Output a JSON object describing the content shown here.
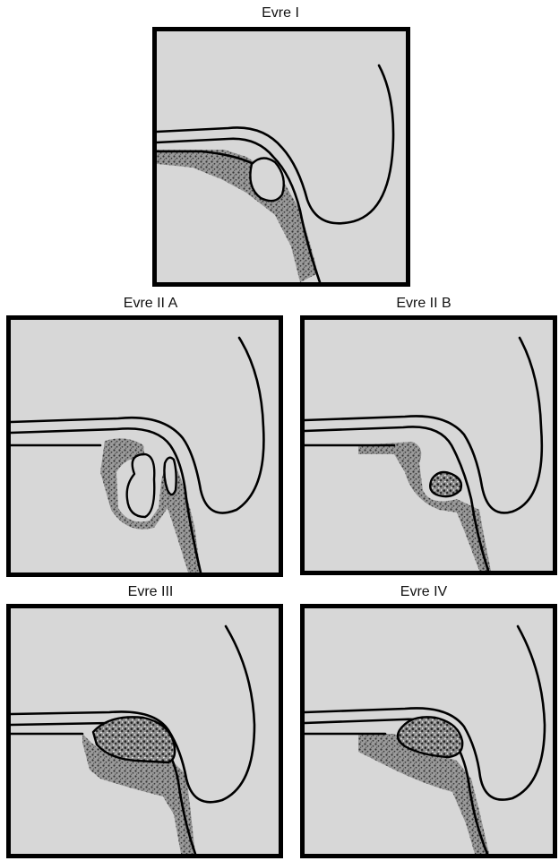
{
  "panels": {
    "stage1": {
      "label": "Evre I"
    },
    "stage2a": {
      "label": "Evre II A"
    },
    "stage2b": {
      "label": "Evre II B"
    },
    "stage3": {
      "label": "Evre III"
    },
    "stage4": {
      "label": "Evre IV"
    }
  },
  "colors": {
    "background": "#ffffff",
    "panel_fill": "#d7d7d7",
    "frame": "#000000",
    "stipple": "#4a4a4a"
  }
}
